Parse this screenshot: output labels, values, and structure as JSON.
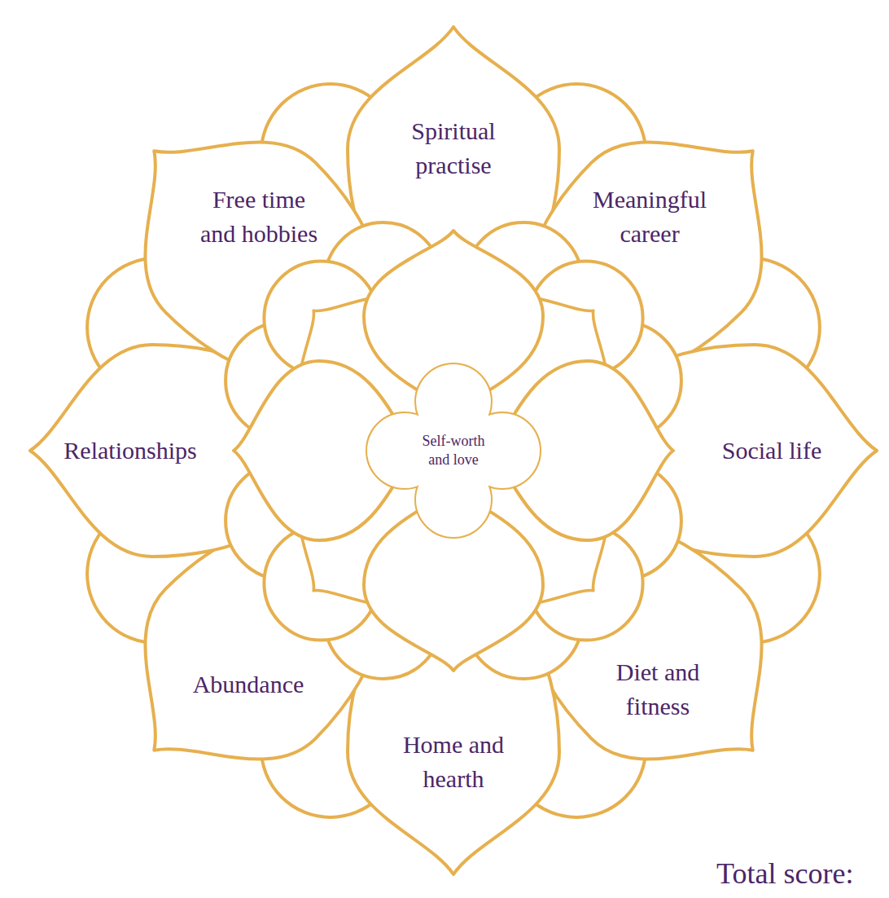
{
  "diagram": {
    "nodes": [
      {
        "text": [
          "Spiritual practise"
        ]
      },
      {
        "text": [
          "Free time and hobbies"
        ]
      },
      {
        "text": [
          "Meaningful career"
        ]
      },
      {
        "text": [
          "Relationships"
        ]
      },
      {
        "text": [
          "Self-worth and love"
        ]
      },
      {
        "text": [
          "Social life"
        ]
      },
      {
        "text": [
          "Abundance"
        ]
      },
      {
        "text": [
          "Diet and fitness"
        ]
      },
      {
        "text": [
          "Home and hearth"
        ]
      }
    ],
    "labels": [
      "Total score:"
    ]
  }
}
